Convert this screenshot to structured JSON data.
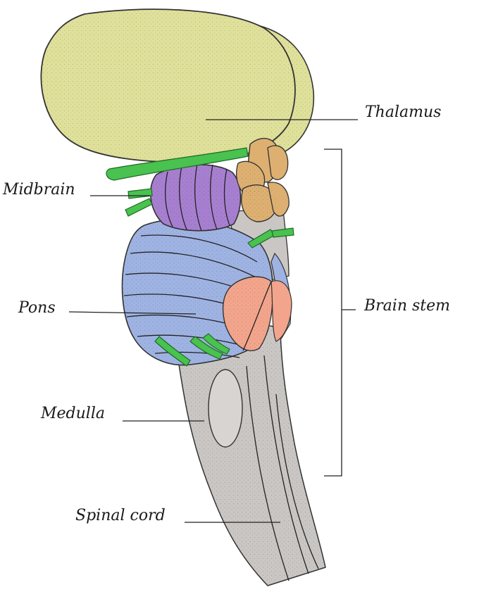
{
  "labels": {
    "thalamus": "Thalamus",
    "midbrain": "Midbrain",
    "pons": "Pons",
    "brain_stem": "Brain stem",
    "medulla": "Medulla",
    "spinal_cord": "Spinal cord"
  },
  "colors": {
    "thalamus": "#dfe09a",
    "midbrain": "#a77fd0",
    "pons": "#9fb3e3",
    "cerebellar_peduncle": "#f2a58c",
    "medulla": "#c9c6c4",
    "nerves": "#49c24f",
    "pineal_colliculi": "#ddb071"
  }
}
